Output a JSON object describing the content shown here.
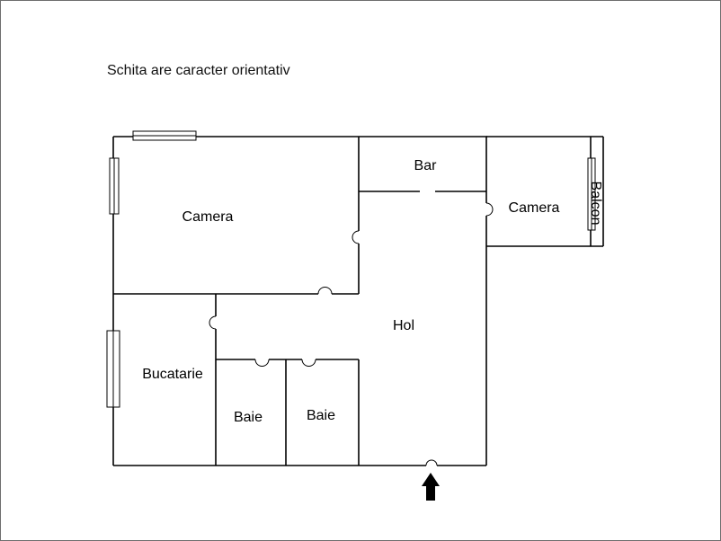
{
  "note": "Schita are caracter orientativ",
  "rooms": {
    "camera_left": "Camera",
    "bar": "Bar",
    "camera_right": "Camera",
    "balcon": "Balcon",
    "hol": "Hol",
    "bucatarie": "Bucatarie",
    "baie_1": "Baie",
    "baie_2": "Baie"
  },
  "icons": {
    "entrance": "entrance-arrow-icon"
  }
}
